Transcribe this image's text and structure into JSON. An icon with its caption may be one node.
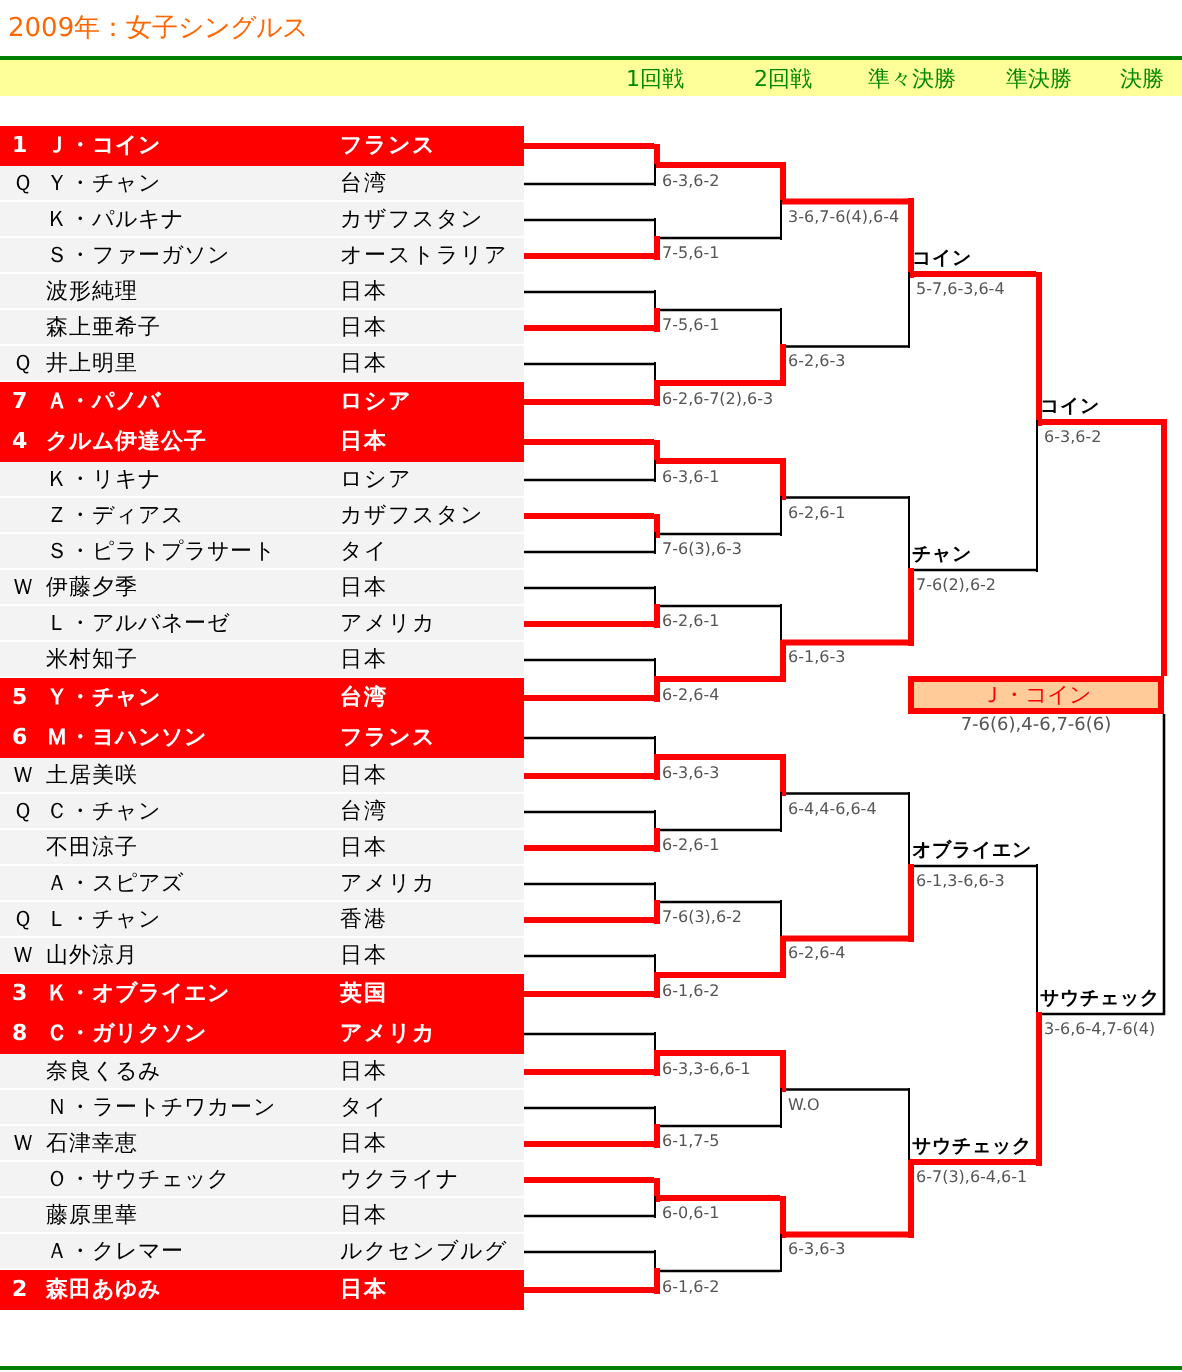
{
  "diagram": {
    "title": "2009年：女子シングルス",
    "nodes": [
      {
        "text": [
          "1",
          "Ｊ・コイン",
          "フランス"
        ]
      },
      {
        "text": [
          "Ｑ",
          "Ｙ・チャン",
          "台湾"
        ]
      },
      {
        "text": [
          "Ｋ・パルキナ",
          "カザフスタン"
        ]
      },
      {
        "text": [
          "Ｓ・ファーガソン",
          "オーストラリア"
        ]
      },
      {
        "text": [
          "波形純理",
          "日本"
        ]
      },
      {
        "text": [
          "森上亜希子",
          "日本"
        ]
      },
      {
        "text": [
          "Ｑ",
          "井上明里",
          "日本"
        ]
      },
      {
        "text": [
          "7",
          "Ａ・パノバ",
          "ロシア"
        ]
      },
      {
        "text": [
          "4",
          "クルム伊達公子",
          "日本"
        ]
      },
      {
        "text": [
          "Ｋ・リキナ",
          "ロシア"
        ]
      },
      {
        "text": [
          "Ｚ・ディアス",
          "カザフスタン"
        ]
      },
      {
        "text": [
          "Ｓ・ピラトプラサート",
          "タイ"
        ]
      },
      {
        "text": [
          "Ｗ",
          "伊藤夕季",
          "日本"
        ]
      },
      {
        "text": [
          "Ｌ・アルバネーゼ",
          "アメリカ"
        ]
      },
      {
        "text": [
          "米村知子",
          "日本"
        ]
      },
      {
        "text": [
          "5",
          "Ｙ・チャン",
          "台湾"
        ]
      },
      {
        "text": [
          "6",
          "Ｍ・ヨハンソン",
          "フランス"
        ]
      },
      {
        "text": [
          "Ｗ",
          "土居美咲",
          "日本"
        ]
      },
      {
        "text": [
          "Ｑ",
          "Ｃ・チャン",
          "台湾"
        ]
      },
      {
        "text": [
          "不田涼子",
          "日本"
        ]
      },
      {
        "text": [
          "Ａ・スピアズ",
          "アメリカ"
        ]
      },
      {
        "text": [
          "Ｑ",
          "Ｌ・チャン",
          "香港"
        ]
      },
      {
        "text": [
          "Ｗ",
          "山外涼月",
          "日本"
        ]
      },
      {
        "text": [
          "3",
          "Ｋ・オブライエン",
          "英国"
        ]
      },
      {
        "text": [
          "8",
          "Ｃ・ガリクソン",
          "アメリカ"
        ]
      },
      {
        "text": [
          "奈良くるみ",
          "日本"
        ]
      },
      {
        "text": [
          "Ｎ・ラートチワカーン",
          "タイ"
        ]
      },
      {
        "text": [
          "Ｗ",
          "石津幸恵",
          "日本"
        ]
      },
      {
        "text": [
          "Ｏ・サウチェック",
          "ウクライナ"
        ]
      },
      {
        "text": [
          "藤原里華",
          "日本"
        ]
      },
      {
        "text": [
          "Ａ・クレマー",
          "ルクセンブルグ"
        ]
      },
      {
        "text": [
          "2",
          "森田あゆみ",
          "日本"
        ]
      },
      {
        "text": [
          "6-3,6-2"
        ]
      },
      {
        "text": [
          "7-5,6-1"
        ]
      },
      {
        "text": [
          "7-5,6-1"
        ]
      },
      {
        "text": [
          "6-2,6-7(2),6-3"
        ]
      },
      {
        "text": [
          "6-3,6-1"
        ]
      },
      {
        "text": [
          "7-6(3),6-3"
        ]
      },
      {
        "text": [
          "6-2,6-1"
        ]
      },
      {
        "text": [
          "6-2,6-4"
        ]
      },
      {
        "text": [
          "6-3,6-3"
        ]
      },
      {
        "text": [
          "6-2,6-1"
        ]
      },
      {
        "text": [
          "7-6(3),6-2"
        ]
      },
      {
        "text": [
          "6-1,6-2"
        ]
      },
      {
        "text": [
          "6-3,3-6,6-1"
        ]
      },
      {
        "text": [
          "6-1,7-5"
        ]
      },
      {
        "text": [
          "6-0,6-1"
        ]
      },
      {
        "text": [
          "6-1,6-2"
        ]
      },
      {
        "text": [
          "3-6,7-6(4),6-4"
        ]
      },
      {
        "text": [
          "6-2,6-3"
        ]
      },
      {
        "text": [
          "6-2,6-1"
        ]
      },
      {
        "text": [
          "6-1,6-3"
        ]
      },
      {
        "text": [
          "6-4,4-6,6-4"
        ]
      },
      {
        "text": [
          "6-2,6-4"
        ]
      },
      {
        "text": [
          "W.O"
        ]
      },
      {
        "text": [
          "6-3,6-3"
        ]
      },
      {
        "text": [
          "コイン",
          "5-7,6-3,6-4"
        ]
      },
      {
        "text": [
          "チャン",
          "7-6(2),6-2"
        ]
      },
      {
        "text": [
          "オブライエン",
          "6-1,3-6,6-3"
        ]
      },
      {
        "text": [
          "サウチェック",
          "6-7(3),6-4,6-1"
        ]
      },
      {
        "text": [
          "コイン",
          "6-3,6-2"
        ]
      },
      {
        "text": [
          "サウチェック",
          "3-6,6-4,7-6(4)"
        ]
      },
      {
        "text": [
          "Ｊ・コイン"
        ],
        "beside": [
          "7-6(6),4-6,7-6(6)"
        ]
      }
    ],
    "edges": [
      {
        "from": 0,
        "to": 32,
        "arrow": "none",
        "style": "thick",
        "color": "#ff0000"
      },
      {
        "from": 1,
        "to": 32,
        "arrow": "none",
        "color": "#000000"
      },
      {
        "from": 2,
        "to": 33,
        "arrow": "none",
        "color": "#000000"
      },
      {
        "from": 3,
        "to": 33,
        "arrow": "none",
        "style": "thick",
        "color": "#ff0000"
      },
      {
        "from": 4,
        "to": 34,
        "arrow": "none",
        "color": "#000000"
      },
      {
        "from": 5,
        "to": 34,
        "arrow": "none",
        "style": "thick",
        "color": "#ff0000"
      },
      {
        "from": 6,
        "to": 35,
        "arrow": "none",
        "color": "#000000"
      },
      {
        "from": 7,
        "to": 35,
        "arrow": "none",
        "style": "thick",
        "color": "#ff0000"
      },
      {
        "from": 8,
        "to": 36,
        "arrow": "none",
        "style": "thick",
        "color": "#ff0000"
      },
      {
        "from": 9,
        "to": 36,
        "arrow": "none",
        "color": "#000000"
      },
      {
        "from": 10,
        "to": 37,
        "arrow": "none",
        "style": "thick",
        "color": "#ff0000"
      },
      {
        "from": 11,
        "to": 37,
        "arrow": "none",
        "color": "#000000"
      },
      {
        "from": 12,
        "to": 38,
        "arrow": "none",
        "color": "#000000"
      },
      {
        "from": 13,
        "to": 38,
        "arrow": "none",
        "style": "thick",
        "color": "#ff0000"
      },
      {
        "from": 14,
        "to": 39,
        "arrow": "none",
        "color": "#000000"
      },
      {
        "from": 15,
        "to": 39,
        "arrow": "none",
        "style": "thick",
        "color": "#ff0000"
      },
      {
        "from": 16,
        "to": 40,
        "arrow": "none",
        "color": "#000000"
      },
      {
        "from": 17,
        "to": 40,
        "arrow": "none",
        "style": "thick",
        "color": "#ff0000"
      },
      {
        "from": 18,
        "to": 41,
        "arrow": "none",
        "color": "#000000"
      },
      {
        "from": 19,
        "to": 41,
        "arrow": "none",
        "style": "thick",
        "color": "#ff0000"
      },
      {
        "from": 20,
        "to": 42,
        "arrow": "none",
        "color": "#000000"
      },
      {
        "from": 21,
        "to": 42,
        "arrow": "none",
        "style": "thick",
        "color": "#ff0000"
      },
      {
        "from": 22,
        "to": 43,
        "arrow": "none",
        "color": "#000000"
      },
      {
        "from": 23,
        "to": 43,
        "arrow": "none",
        "style": "thick",
        "color": "#ff0000"
      },
      {
        "from": 24,
        "to": 44,
        "arrow": "none",
        "color": "#000000"
      },
      {
        "from": 25,
        "to": 44,
        "arrow": "none",
        "style": "thick",
        "color": "#ff0000"
      },
      {
        "from": 26,
        "to": 45,
        "arrow": "none",
        "color": "#000000"
      },
      {
        "from": 27,
        "to": 45,
        "arrow": "none",
        "style": "thick",
        "color": "#ff0000"
      },
      {
        "from": 28,
        "to": 46,
        "arrow": "none",
        "style": "thick",
        "color": "#ff0000"
      },
      {
        "from": 29,
        "to": 46,
        "arrow": "none",
        "color": "#000000"
      },
      {
        "from": 30,
        "to": 47,
        "arrow": "none",
        "color": "#000000"
      },
      {
        "from": 31,
        "to": 47,
        "arrow": "none",
        "style": "thick",
        "color": "#ff0000"
      },
      {
        "from": 32,
        "to": 48,
        "arrow": "none",
        "style": "thick",
        "color": "#ff0000"
      },
      {
        "from": 33,
        "to": 48,
        "arrow": "none",
        "color": "#000000"
      },
      {
        "from": 34,
        "to": 49,
        "arrow": "none",
        "color": "#000000"
      },
      {
        "from": 35,
        "to": 49,
        "arrow": "none",
        "style": "thick",
        "color": "#ff0000"
      },
      {
        "from": 36,
        "to": 50,
        "arrow": "none",
        "style": "thick",
        "color": "#ff0000"
      },
      {
        "from": 37,
        "to": 50,
        "arrow": "none",
        "color": "#000000"
      },
      {
        "from": 38,
        "to": 51,
        "arrow": "none",
        "color": "#000000"
      },
      {
        "from": 39,
        "to": 51,
        "arrow": "none",
        "style": "thick",
        "color": "#ff0000"
      },
      {
        "from": 40,
        "to": 52,
        "arrow": "none",
        "style": "thick",
        "color": "#ff0000"
      },
      {
        "from": 41,
        "to": 52,
        "arrow": "none",
        "color": "#000000"
      },
      {
        "from": 42,
        "to": 53,
        "arrow": "none",
        "color": "#000000"
      },
      {
        "from": 43,
        "to": 53,
        "arrow": "none",
        "style": "thick",
        "color": "#ff0000"
      },
      {
        "from": 44,
        "to": 54,
        "arrow": "none",
        "style": "thick",
        "color": "#ff0000"
      },
      {
        "from": 45,
        "to": 54,
        "arrow": "none",
        "color": "#000000"
      },
      {
        "from": 46,
        "to": 55,
        "arrow": "none",
        "style": "thick",
        "color": "#ff0000"
      },
      {
        "from": 47,
        "to": 55,
        "arrow": "none",
        "color": "#000000"
      },
      {
        "from": 48,
        "to": 56,
        "arrow": "none",
        "style": "thick",
        "color": "#ff0000"
      },
      {
        "from": 49,
        "to": 56,
        "arrow": "none",
        "color": "#000000"
      },
      {
        "from": 50,
        "to": 57,
        "arrow": "none",
        "color": "#000000"
      },
      {
        "from": 51,
        "to": 57,
        "arrow": "none",
        "style": "thick",
        "color": "#ff0000"
      },
      {
        "from": 52,
        "to": 58,
        "arrow": "none",
        "color": "#000000"
      },
      {
        "from": 53,
        "to": 58,
        "arrow": "none",
        "style": "thick",
        "color": "#ff0000"
      },
      {
        "from": 54,
        "to": 59,
        "arrow": "none",
        "color": "#000000"
      },
      {
        "from": 55,
        "to": 59,
        "arrow": "none",
        "style": "thick",
        "color": "#ff0000"
      },
      {
        "from": 56,
        "to": 60,
        "arrow": "none",
        "style": "thick",
        "color": "#ff0000"
      },
      {
        "from": 57,
        "to": 60,
        "arrow": "none",
        "color": "#000000"
      },
      {
        "from": 58,
        "to": 61,
        "arrow": "none",
        "color": "#000000"
      },
      {
        "from": 59,
        "to": 61,
        "arrow": "none",
        "style": "thick",
        "color": "#ff0000"
      },
      {
        "from": 60,
        "to": 62,
        "arrow": "none",
        "style": "thick",
        "color": "#ff0000"
      },
      {
        "from": 61,
        "to": 62,
        "arrow": "none",
        "color": "#000000"
      }
    ],
    "labels": [
      "1回戦",
      "2回戦",
      "準々決勝",
      "準決勝",
      "決勝"
    ]
  }
}
